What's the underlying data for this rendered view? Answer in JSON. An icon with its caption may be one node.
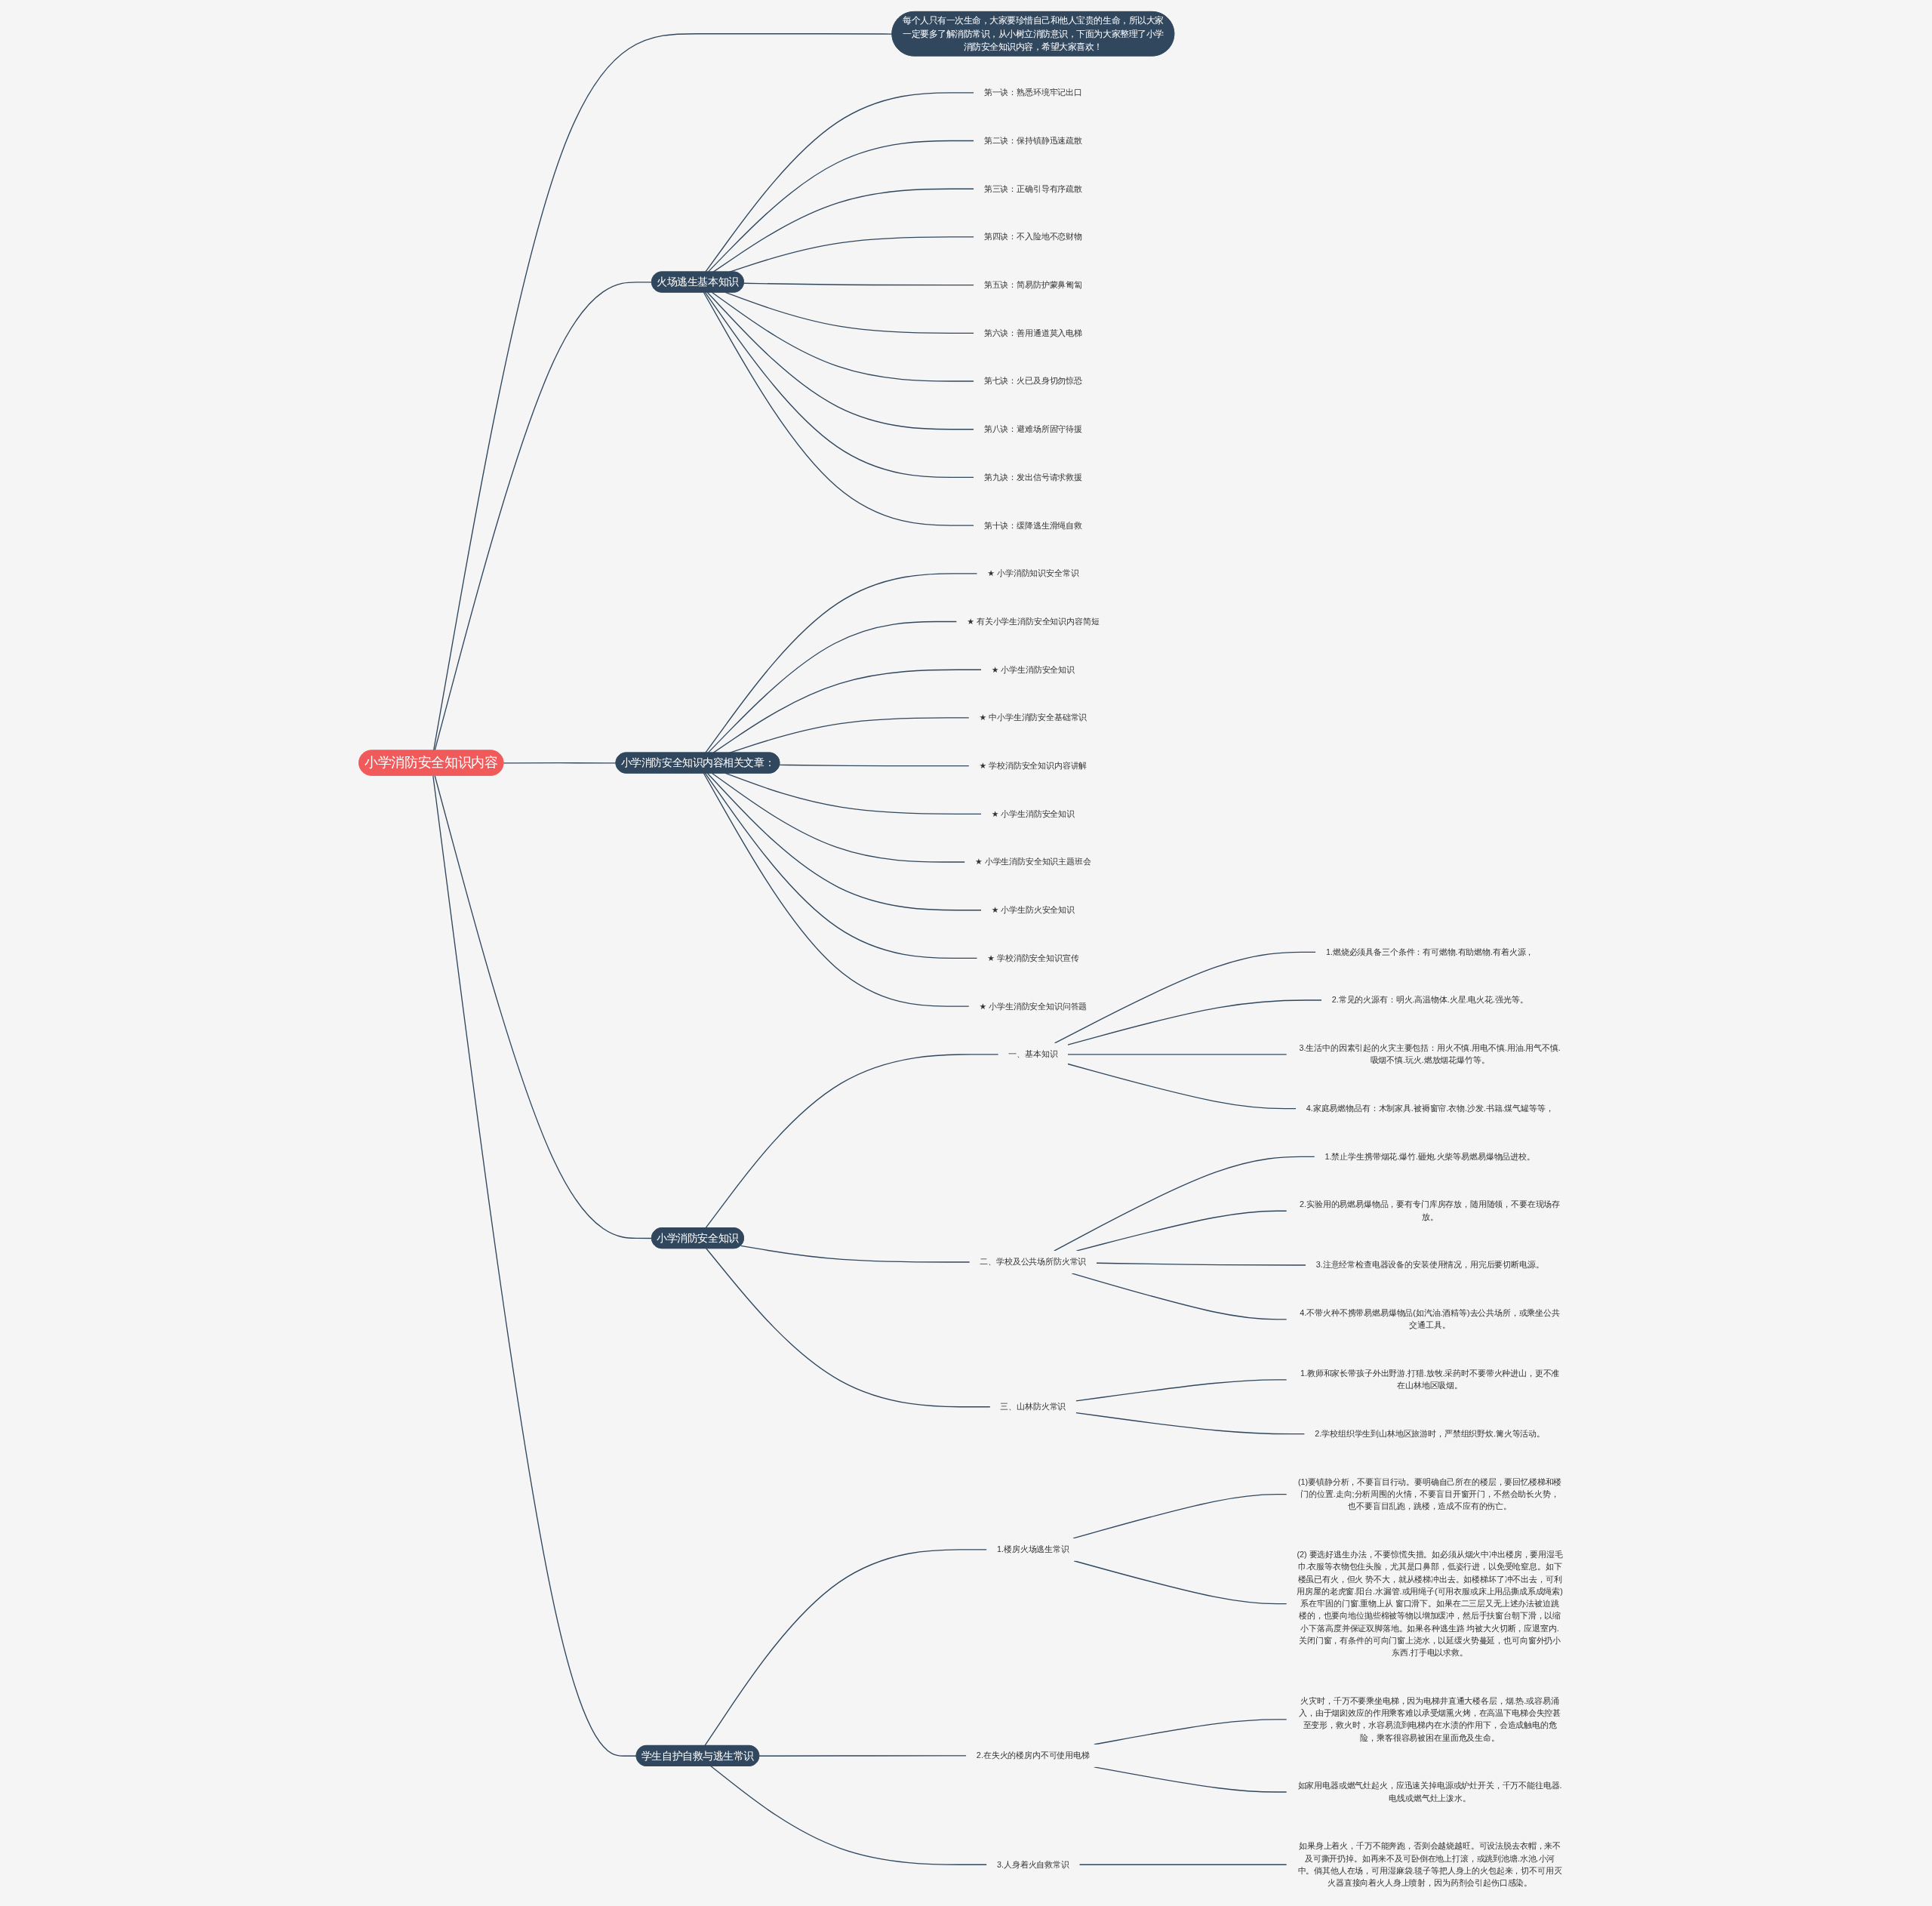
{
  "diagram": {
    "nodes": [
      {
        "text": [
          "小学消防安全知识内容"
        ]
      },
      {
        "text": [
          "每个人只有一次生命，大家要珍惜自己和他人宝贵的生命，所以大家一定要多了解消防常识，从小树立消防意识，下面为大家整理了小学消防安全知识内容，希望大家喜欢！"
        ]
      },
      {
        "text": [
          "火场逃生基本知识"
        ]
      },
      {
        "text": [
          "第一诀：熟悉环境牢记出口"
        ]
      },
      {
        "text": [
          "第二诀：保持镇静迅速疏散"
        ]
      },
      {
        "text": [
          "第三诀：正确引导有序疏散"
        ]
      },
      {
        "text": [
          "第四诀：不入险地不恋财物"
        ]
      },
      {
        "text": [
          "第五诀：简易防护蒙鼻匍匐"
        ]
      },
      {
        "text": [
          "第六诀：善用通道莫入电梯"
        ]
      },
      {
        "text": [
          "第七诀：火已及身切勿惊恐"
        ]
      },
      {
        "text": [
          "第八诀：避难场所固守待援"
        ]
      },
      {
        "text": [
          "第九诀：发出信号请求救援"
        ]
      },
      {
        "text": [
          "第十诀：缓降逃生滑绳自救"
        ]
      },
      {
        "text": [
          "小学消防安全知识内容相关文章："
        ]
      },
      {
        "text": [
          "★ 小学消防知识安全常识"
        ]
      },
      {
        "text": [
          "★ 有关小学生消防安全知识内容简短"
        ]
      },
      {
        "text": [
          "★ 小学生消防安全知识"
        ]
      },
      {
        "text": [
          "★ 中小学生消防安全基础常识"
        ]
      },
      {
        "text": [
          "★ 学校消防安全知识内容讲解"
        ]
      },
      {
        "text": [
          "★ 小学生消防安全知识"
        ]
      },
      {
        "text": [
          "★ 小学生消防安全知识主题班会"
        ]
      },
      {
        "text": [
          "★ 小学生防火安全知识"
        ]
      },
      {
        "text": [
          "★ 学校消防安全知识宣传"
        ]
      },
      {
        "text": [
          "★ 小学生消防安全知识问答题"
        ]
      },
      {
        "text": [
          "小学消防安全知识"
        ]
      },
      {
        "text": [
          "一、基本知识"
        ]
      },
      {
        "text": [
          "1.燃烧必须具备三个条件：有可燃物.有助燃物.有着火源，"
        ]
      },
      {
        "text": [
          "2.常见的火源有：明火.高温物体.火星.电火花.强光等。"
        ]
      },
      {
        "text": [
          "3.生活中的因素引起的火灾主要包括：用火不慎.用电不慎.用油.用气不慎.吸烟不慎.玩火.燃放烟花爆竹等。"
        ]
      },
      {
        "text": [
          "4.家庭易燃物品有：木制家具.被褥窗帘.衣物.沙发.书籍.煤气罐等等，"
        ]
      },
      {
        "text": [
          "二、学校及公共场所防火常识"
        ]
      },
      {
        "text": [
          "1.禁止学生携带烟花.爆竹.砸炮.火柴等易燃易爆物品进校。"
        ]
      },
      {
        "text": [
          "2.实验用的易燃易爆物品，要有专门库房存放，随用随领，不要在现场存放。"
        ]
      },
      {
        "text": [
          "3.注意经常检查电器设备的安装使用情况，用完后要切断电源。"
        ]
      },
      {
        "text": [
          "4.不带火种不携带易燃易爆物品(如汽油.酒精等)去公共场所，或乘坐公共交通工具。"
        ]
      },
      {
        "text": [
          "三、山林防火常识"
        ]
      },
      {
        "text": [
          "1.教师和家长带孩子外出野游.打猎.放牧.采药时不要带火种进山，更不准在山林地区吸烟。"
        ]
      },
      {
        "text": [
          "2.学校组织学生到山林地区旅游时，严禁组织野炊.篝火等活动。"
        ]
      },
      {
        "text": [
          "学生自护自救与逃生常识"
        ]
      },
      {
        "text": [
          "1.楼房火场逃生常识"
        ]
      },
      {
        "text": [
          "(1)要镇静分析，不要盲目行动。要明确自己所在的楼层，要回忆楼梯和楼门的位置.走向;分析周围的火情，不要盲目开窗开门，不然会助长火势，也不要盲目乱跑，跳楼，造成不应有的伤亡。"
        ]
      },
      {
        "text": [
          "(2) 要选好逃生办法，不要惊慌失措。如必须从烟火中冲出楼房，要用湿毛巾.衣服等衣物包住头脸，尤其是口鼻部，低姿行进，以免受呛窒息。如下楼虽已有火，但火 势不大，就从楼梯冲出去。如楼梯坏了冲不出去，可利用房屋的老虎窗.阳台.水漏管.或用绳子(可用衣服或床上用品撕成系成绳索)系在牢固的门窗.重物上从 窗口滑下。如果在二三层又无上述办法被迫跳楼的，也要向地位抛些棉被等物以增加缓冲，然后手扶窗台朝下滑，以缩小下落高度并保证双脚落地。如果各种逃生路 均被大火切断，应退室内.关闭门窗，有条件的可向门窗上浇水，以延缓火势蔓延，也可向窗外扔小东西.打手电以求救。"
        ]
      },
      {
        "text": [
          "2.在失火的楼房内不可使用电梯"
        ]
      },
      {
        "text": [
          "火灾时，千万不要乘坐电梯，因为电梯井直通大楼各层，烟.热.或容易涌入，由于烟囱效应的作用乘客难以承受烟熏火烤，在高温下电梯会失控甚至变形，救火时，水容易流到电梯内在水渍的作用下，会造成触电的危险，乘客很容易被困在里面危及生命。"
        ]
      },
      {
        "text": [
          "如家用电器或燃气灶起火，应迅速关掉电源或炉灶开关，千万不能往电器.电线或燃气灶上泼水。"
        ]
      },
      {
        "text": [
          "3.人身着火自救常识"
        ]
      },
      {
        "text": [
          "如果身上着火，千万不能奔跑，否则会越烧越旺。可设法脱去衣帽，来不及可撕开扔掉。如再来不及可卧倒在地上打滚，或跳到池塘.水池.小河中。倘其他人在场，可用湿麻袋.毯子等把人身上的火包起来，切不可用灭火器直接向着火人身上喷射，因为药剂会引起伤口感染。"
        ]
      }
    ],
    "edges": [
      {
        "from": 0,
        "to": 1,
        "arrow": "none"
      },
      {
        "from": 0,
        "to": 2,
        "arrow": "none"
      },
      {
        "from": 2,
        "to": 3,
        "arrow": "none"
      },
      {
        "from": 2,
        "to": 4,
        "arrow": "none"
      },
      {
        "from": 2,
        "to": 5,
        "arrow": "none"
      },
      {
        "from": 2,
        "to": 6,
        "arrow": "none"
      },
      {
        "from": 2,
        "to": 7,
        "arrow": "none"
      },
      {
        "from": 2,
        "to": 8,
        "arrow": "none"
      },
      {
        "from": 2,
        "to": 9,
        "arrow": "none"
      },
      {
        "from": 2,
        "to": 10,
        "arrow": "none"
      },
      {
        "from": 2,
        "to": 11,
        "arrow": "none"
      },
      {
        "from": 2,
        "to": 12,
        "arrow": "none"
      },
      {
        "from": 0,
        "to": 13,
        "arrow": "none"
      },
      {
        "from": 13,
        "to": 14,
        "arrow": "none"
      },
      {
        "from": 13,
        "to": 15,
        "arrow": "none"
      },
      {
        "from": 13,
        "to": 16,
        "arrow": "none"
      },
      {
        "from": 13,
        "to": 17,
        "arrow": "none"
      },
      {
        "from": 13,
        "to": 18,
        "arrow": "none"
      },
      {
        "from": 13,
        "to": 19,
        "arrow": "none"
      },
      {
        "from": 13,
        "to": 20,
        "arrow": "none"
      },
      {
        "from": 13,
        "to": 21,
        "arrow": "none"
      },
      {
        "from": 13,
        "to": 22,
        "arrow": "none"
      },
      {
        "from": 13,
        "to": 23,
        "arrow": "none"
      },
      {
        "from": 0,
        "to": 24,
        "arrow": "none"
      },
      {
        "from": 24,
        "to": 25,
        "arrow": "none"
      },
      {
        "from": 25,
        "to": 26,
        "arrow": "none"
      },
      {
        "from": 25,
        "to": 27,
        "arrow": "none"
      },
      {
        "from": 25,
        "to": 28,
        "arrow": "none"
      },
      {
        "from": 25,
        "to": 29,
        "arrow": "none"
      },
      {
        "from": 24,
        "to": 30,
        "arrow": "none"
      },
      {
        "from": 30,
        "to": 31,
        "arrow": "none"
      },
      {
        "from": 30,
        "to": 32,
        "arrow": "none"
      },
      {
        "from": 30,
        "to": 33,
        "arrow": "none"
      },
      {
        "from": 30,
        "to": 34,
        "arrow": "none"
      },
      {
        "from": 24,
        "to": 35,
        "arrow": "none"
      },
      {
        "from": 35,
        "to": 36,
        "arrow": "none"
      },
      {
        "from": 35,
        "to": 37,
        "arrow": "none"
      },
      {
        "from": 0,
        "to": 38,
        "arrow": "none"
      },
      {
        "from": 38,
        "to": 39,
        "arrow": "none"
      },
      {
        "from": 39,
        "to": 40,
        "arrow": "none"
      },
      {
        "from": 39,
        "to": 41,
        "arrow": "none"
      },
      {
        "from": 38,
        "to": 42,
        "arrow": "none"
      },
      {
        "from": 42,
        "to": 43,
        "arrow": "none"
      },
      {
        "from": 42,
        "to": 44,
        "arrow": "none"
      },
      {
        "from": 38,
        "to": 45,
        "arrow": "none"
      },
      {
        "from": 45,
        "to": 46,
        "arrow": "none"
      }
    ]
  }
}
